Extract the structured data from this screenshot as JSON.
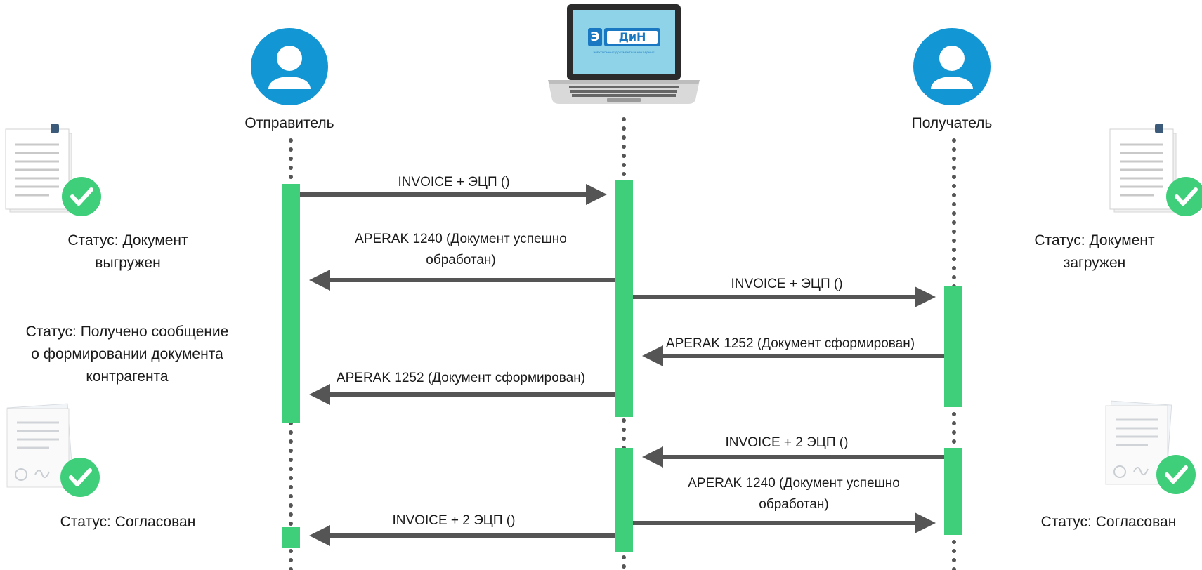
{
  "participants": {
    "sender": "Отправитель",
    "receiver": "Получатель"
  },
  "logo": {
    "letter": "Э",
    "word": "ДиН",
    "tagline": "ЭЛЕКТРОННЫЕ ДОКУМЕНТЫ И НАКЛАДНЫЕ"
  },
  "messages": [
    {
      "id": "m1",
      "text": "INVOICE + ЭЦП ()"
    },
    {
      "id": "m2",
      "line1": "APERAK 1240 (Документ успешно",
      "line2": "обработан)"
    },
    {
      "id": "m3",
      "text": "INVOICE + ЭЦП ()"
    },
    {
      "id": "m4",
      "text": "APERAK 1252 (Документ сформирован)"
    },
    {
      "id": "m5",
      "text": "APERAK 1252 (Документ сформирован)"
    },
    {
      "id": "m6",
      "text": "INVOICE + 2 ЭЦП ()"
    },
    {
      "id": "m7",
      "line1": "APERAK 1240 (Документ успешно",
      "line2": "обработан)"
    },
    {
      "id": "m8",
      "text": "INVOICE + 2 ЭЦП ()"
    }
  ],
  "statuses": {
    "sender_uploaded": {
      "line1": "Статус: Документ",
      "line2": "выгружен"
    },
    "sender_notified": {
      "line1": "Статус: Получено сообщение",
      "line2": "о формировании документа",
      "line3": "контрагента"
    },
    "sender_agreed": "Статус: Согласован",
    "receiver_loaded": {
      "line1": "Статус: Документ",
      "line2": "загружен"
    },
    "receiver_agreed": "Статус: Согласован"
  },
  "colors": {
    "avatar": "#1296d4",
    "activation": "#3fcf7a",
    "arrow": "#555555",
    "check": "#3fcf7a",
    "logo": "#1a78c2",
    "screen": "#8fd3e8"
  }
}
